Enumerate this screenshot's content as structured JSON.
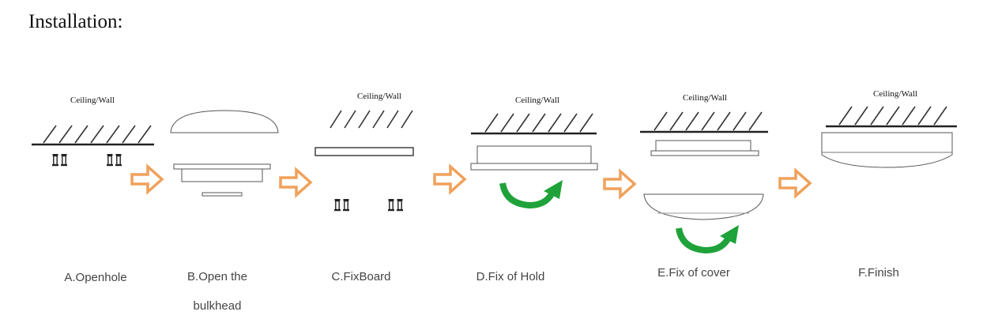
{
  "title": "Installation:",
  "surface_label": "Ceiling/Wall",
  "steps": [
    {
      "label": "A.Openhole"
    },
    {
      "label": "B.Open the",
      "label2": "bulkhead"
    },
    {
      "label": "C.FixBoard"
    },
    {
      "label": "D.Fix of Hold"
    },
    {
      "label": "E.Fix of cover"
    },
    {
      "label": "F.Finish"
    }
  ],
  "colors": {
    "arrow": "#f0a15a",
    "rotate": "#1fa23a",
    "line": "#333333"
  },
  "icons": [
    "forward-arrow-icon",
    "rotate-arrow-icon",
    "screw-icon"
  ]
}
